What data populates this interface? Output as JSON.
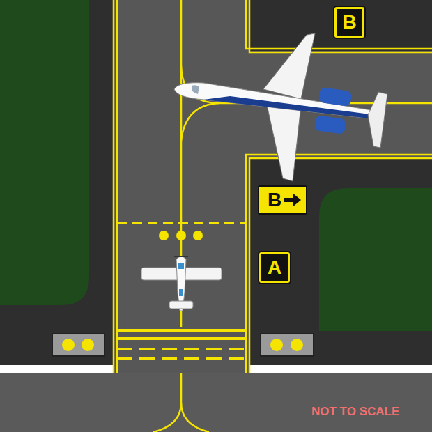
{
  "diagram": {
    "nodes": [
      {
        "text": [
          "B"
        ]
      },
      {
        "text": [
          "B"
        ]
      },
      {
        "text": [
          "A"
        ]
      }
    ],
    "labels": [
      "NOT TO SCALE"
    ]
  }
}
